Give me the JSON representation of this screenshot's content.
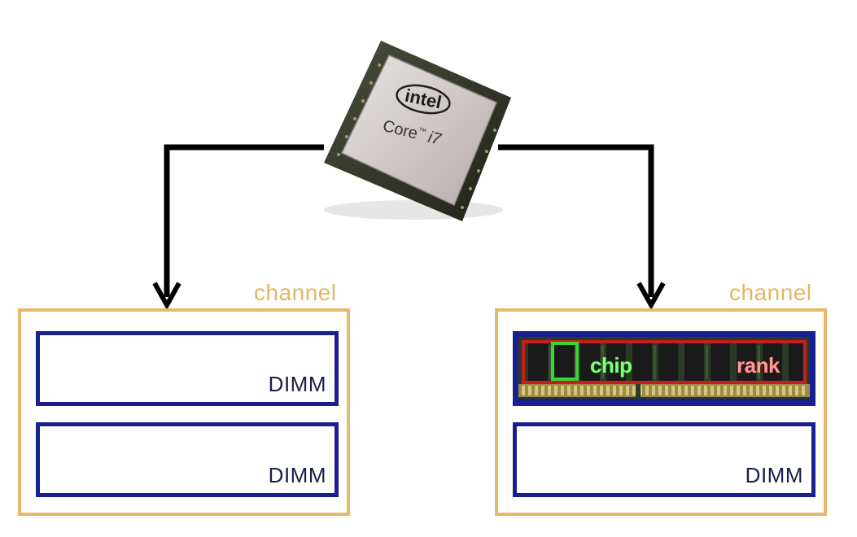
{
  "cpu": {
    "brand": "intel",
    "model_text": "Core",
    "tm": "™",
    "model_suffix": "i7"
  },
  "channels": [
    {
      "label": "channel",
      "dimms": [
        {
          "label": "DIMM"
        },
        {
          "label": "DIMM"
        }
      ]
    },
    {
      "label": "channel",
      "dimms": [
        {
          "label": "",
          "chip_label": "chip",
          "rank_label": "rank"
        },
        {
          "label": "DIMM"
        }
      ]
    }
  ],
  "colors": {
    "channel": "#e8b96a",
    "channel_text": "#e4b664",
    "dimm_border": "#1a1f8f",
    "arrow": "#000000",
    "chip_highlight": "#38d438",
    "rank_highlight": "#c41e1e"
  }
}
